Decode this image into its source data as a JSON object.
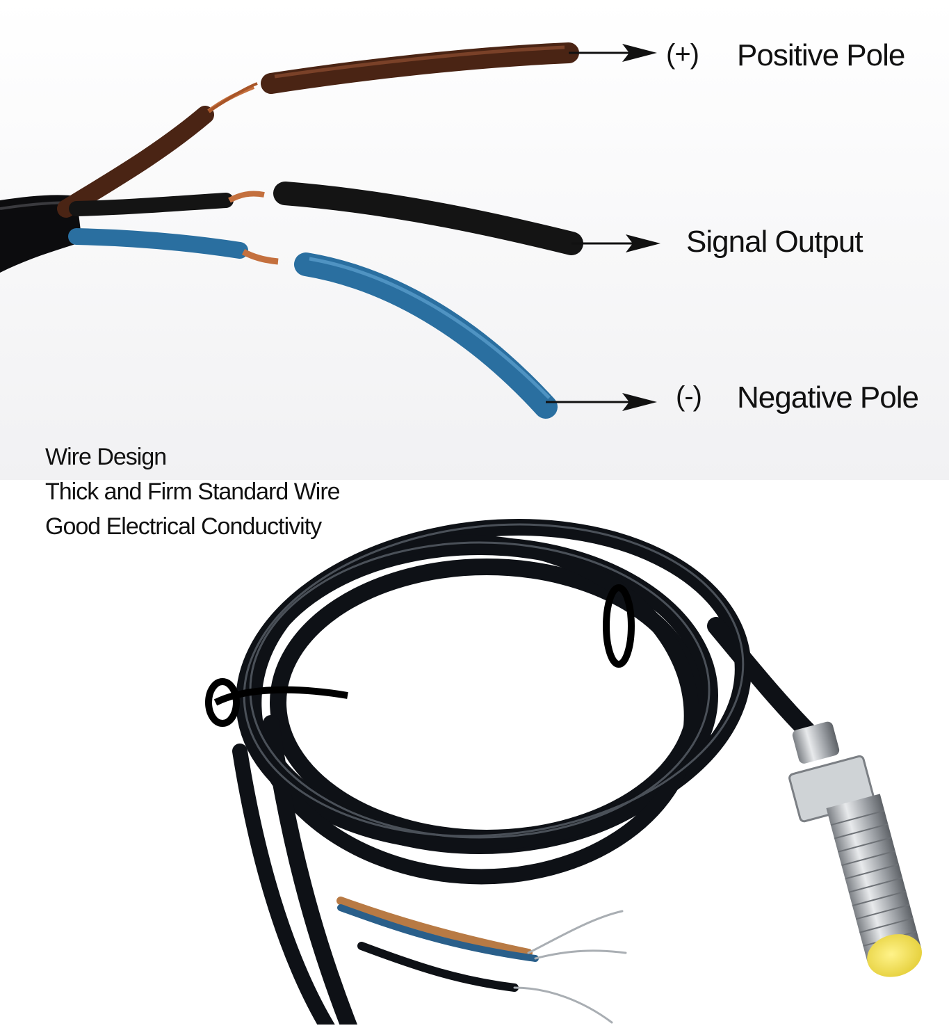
{
  "callouts": {
    "positive": {
      "symbol": "(+)",
      "label": "Positive Pole"
    },
    "signal": {
      "label": "Signal Output"
    },
    "negative": {
      "symbol": "(-)",
      "label": "Negative Pole"
    }
  },
  "features": [
    "Wire Design",
    "Thick and Firm Standard Wire",
    "Good Electrical Conductivity"
  ],
  "colors": {
    "brown_wire": "#5a2a17",
    "black_wire": "#141414",
    "blue_wire": "#2a6fa0",
    "copper": "#c46a3a",
    "cable": "#0e1116",
    "sensor_tip": "#f2e35a",
    "metal": "#bfc3c6"
  }
}
